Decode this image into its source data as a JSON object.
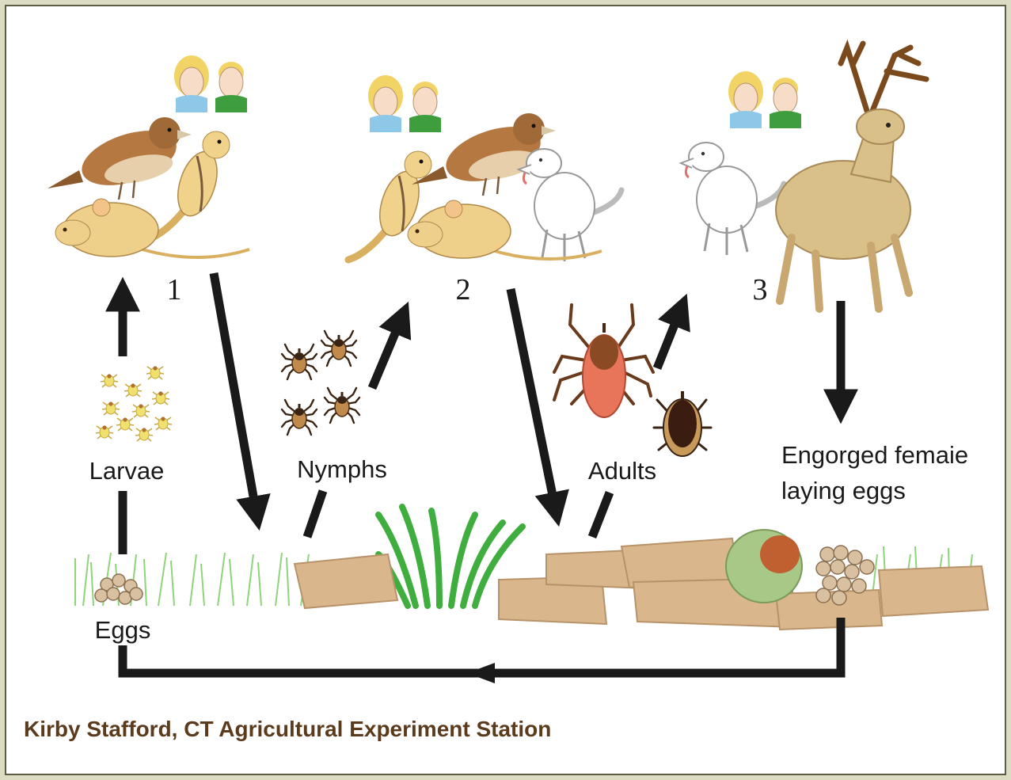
{
  "stages": {
    "host_group_1": "1",
    "host_group_2": "2",
    "host_group_3": "3"
  },
  "labels": {
    "larvae": "Larvae",
    "nymphs": "Nymphs",
    "adults": "Adults",
    "engorged_line1": "Engorged femaie",
    "engorged_line2": "laying eggs",
    "eggs": "Eggs"
  },
  "credit": "Kirby Stafford, CT Agricultural Experiment Station",
  "colors": {
    "frame_border": "#5d5d46",
    "background": "#dcdcc2",
    "arrow": "#1a1a1a",
    "credit_text": "#5c3a1c",
    "grass": "#8ed47a",
    "leaf_litter": "#d9b68c",
    "larva": "#f0e070",
    "tick_body": "#a0521e",
    "engorged": "#a8c888"
  },
  "icons": [
    "bird-icon",
    "chipmunk-icon",
    "mouse-icon",
    "children-icon",
    "dog-icon",
    "deer-icon",
    "tick-icon",
    "egg-cluster-icon"
  ]
}
